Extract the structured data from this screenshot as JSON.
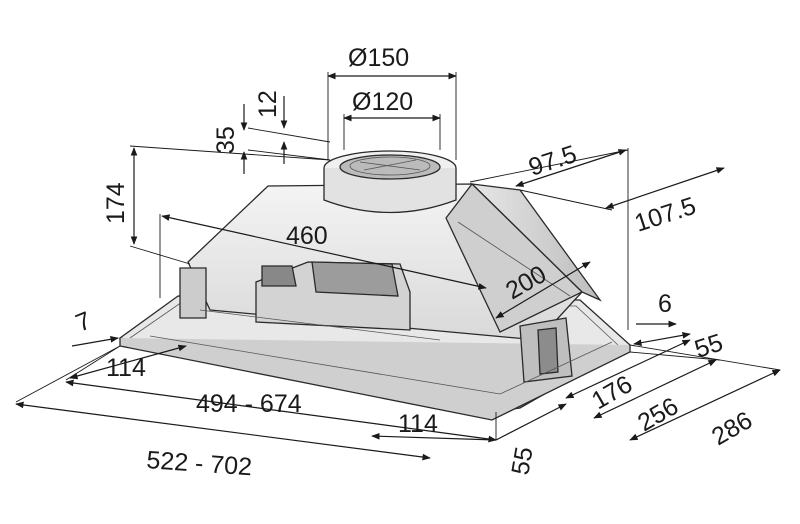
{
  "diagram": {
    "dimensions": {
      "dia_outer": "Ø150",
      "dia_inner": "Ø120",
      "d12": "12",
      "d35": "35",
      "d174": "174",
      "d460": "460",
      "d97_5": "97.5",
      "d107_5": "107.5",
      "d200": "200",
      "d6": "6",
      "d7": "7",
      "d55_right": "55",
      "d114_left": "114",
      "d494_674": "494 - 674",
      "d114_bottom": "114",
      "d522_702": "522 - 702",
      "d176": "176",
      "d256": "256",
      "d286": "286",
      "d55_bottom": "55"
    }
  }
}
